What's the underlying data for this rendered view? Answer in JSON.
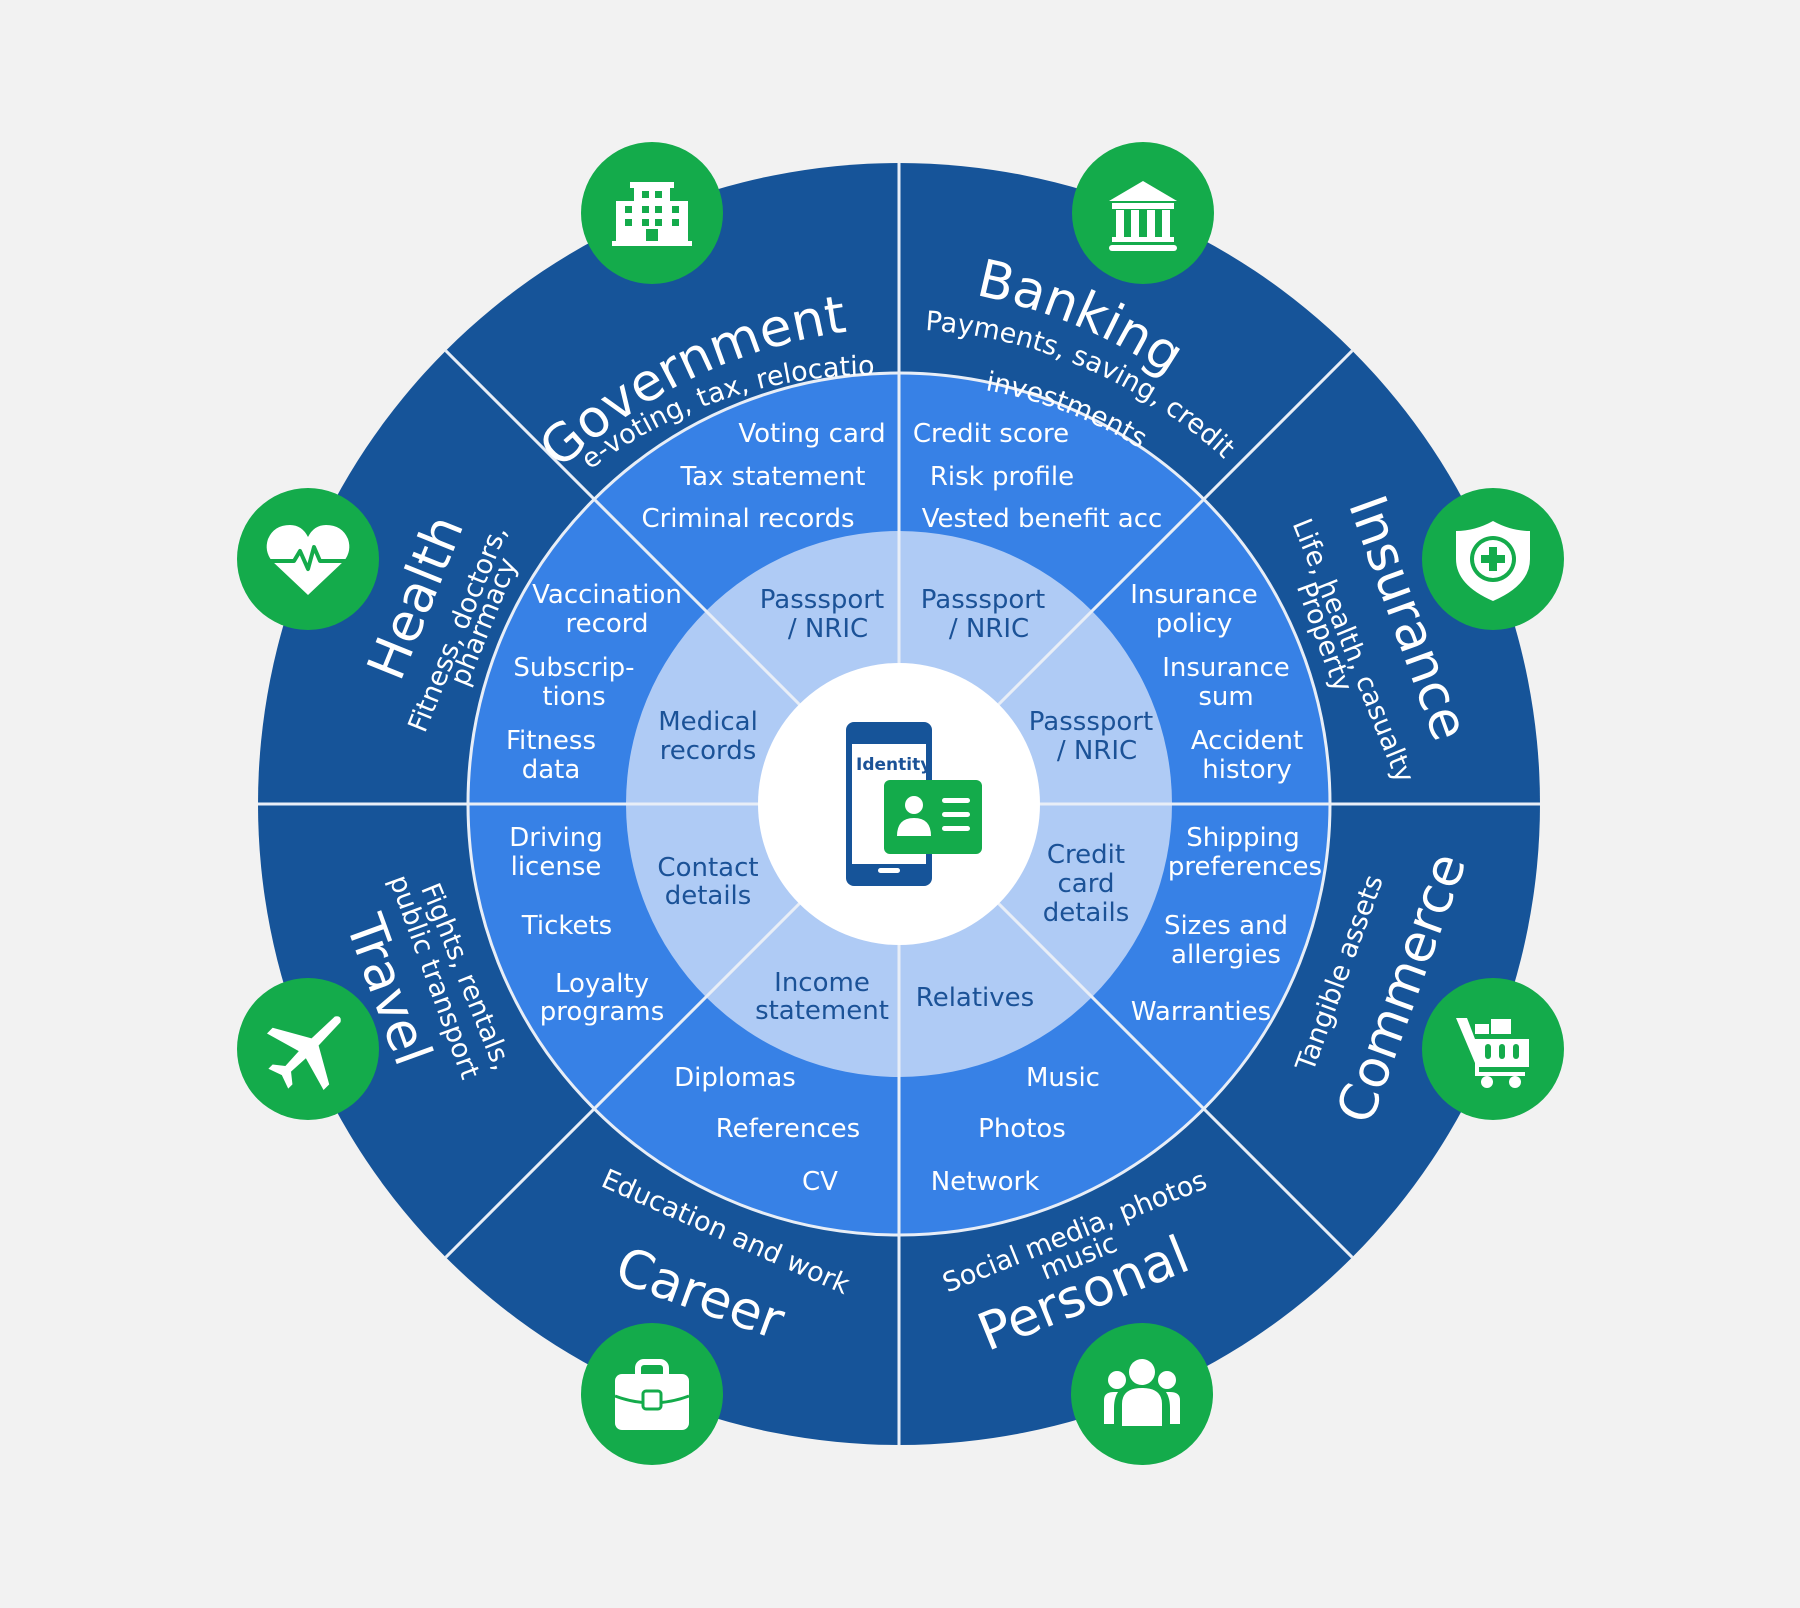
{
  "colors": {
    "background": "#f2f2f2",
    "outer_ring": "#165499",
    "middle_ring": "#3781e6",
    "inner_ring": "#afcbf5",
    "center": "#ffffff",
    "icon_badge": "#14ab4b",
    "inner_text": "#1b5297",
    "divider": "#e8eef7"
  },
  "center": {
    "label": "Identity",
    "icon": "phone-id-card-icon"
  },
  "sectors": [
    {
      "key": "government",
      "title": "Government",
      "subtitle": [
        "e-voting, tax, relocation"
      ],
      "icon": "building-icon",
      "middle_items": [
        "Voting card",
        "Tax statement",
        "Criminal records"
      ],
      "inner_items": [
        "Passsport",
        "/ NRIC"
      ]
    },
    {
      "key": "banking",
      "title": "Banking",
      "subtitle": [
        "Payments, saving, credit",
        "investments"
      ],
      "icon": "bank-icon",
      "middle_items": [
        "Credit score",
        "Risk profile",
        "Vested benefit acc"
      ],
      "inner_items": [
        "Passsport",
        "/ NRIC"
      ]
    },
    {
      "key": "insurance",
      "title": "Insurance",
      "subtitle": [
        "Life, health, casualty",
        "Property"
      ],
      "icon": "shield-plus-icon",
      "middle_items": [
        [
          "Insurance",
          "policy"
        ],
        [
          "Insurance",
          "sum"
        ],
        [
          "Accident",
          "history"
        ]
      ],
      "inner_items": [
        "Passsport",
        "/ NRIC"
      ]
    },
    {
      "key": "commerce",
      "title": "Commerce",
      "subtitle": [
        "Tangible assets"
      ],
      "icon": "shopping-cart-icon",
      "middle_items": [
        [
          "Shipping",
          "preferences"
        ],
        [
          "Sizes and",
          "allergies"
        ],
        [
          "Warranties"
        ]
      ],
      "inner_items": [
        "Credit",
        "card",
        "details"
      ]
    },
    {
      "key": "personal",
      "title": "Personal",
      "subtitle": [
        "Social media, photos",
        "music"
      ],
      "icon": "people-icon",
      "middle_items": [
        "Music",
        "Photos",
        "Network"
      ],
      "inner_items": [
        "Relatives"
      ]
    },
    {
      "key": "career",
      "title": "Career",
      "subtitle": [
        "Education and work"
      ],
      "icon": "briefcase-icon",
      "middle_items": [
        "Diplomas",
        "References",
        "CV"
      ],
      "inner_items": [
        "Income",
        "statement"
      ]
    },
    {
      "key": "travel",
      "title": "Travel",
      "subtitle": [
        "Fights, rentals,",
        "public transport"
      ],
      "icon": "airplane-icon",
      "middle_items": [
        [
          "Driving",
          "license"
        ],
        [
          "Tickets"
        ],
        [
          "Loyalty",
          "programs"
        ]
      ],
      "inner_items": [
        "Contact",
        "details"
      ]
    },
    {
      "key": "health",
      "title": "Health",
      "subtitle": [
        "Fitness, doctors,",
        "pharmacy"
      ],
      "icon": "heart-pulse-icon",
      "middle_items": [
        [
          "Vaccination",
          "record"
        ],
        [
          "Subscrip-",
          "tions"
        ],
        [
          "Fitness",
          "data"
        ]
      ],
      "inner_items": [
        "Medical",
        "records"
      ]
    }
  ]
}
